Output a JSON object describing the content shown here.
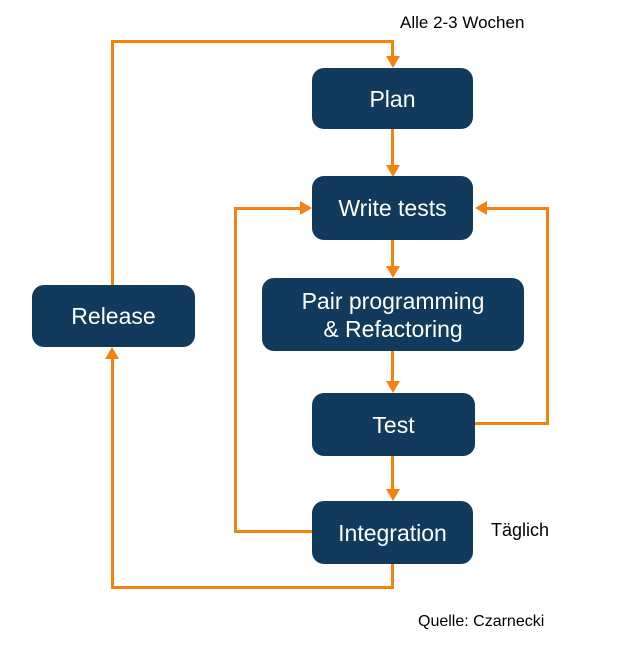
{
  "colors": {
    "background": "#FFFFFF",
    "box_fill": "#123A5C",
    "box_text": "#FFFFFF",
    "arrow": "#F5820E",
    "label_text": "#000000"
  },
  "nodes": {
    "plan": {
      "label": "Plan"
    },
    "write_tests": {
      "label": "Write tests"
    },
    "pair_programming": {
      "line1": "Pair programming",
      "line2": "& Refactoring"
    },
    "test": {
      "label": "Test"
    },
    "integration": {
      "label": "Integration"
    },
    "release": {
      "label": "Release"
    }
  },
  "annotations": {
    "cycle_label": "Alle 2-3 Wochen",
    "daily_label": "Täglich",
    "source_label": "Quelle: Czarnecki"
  }
}
